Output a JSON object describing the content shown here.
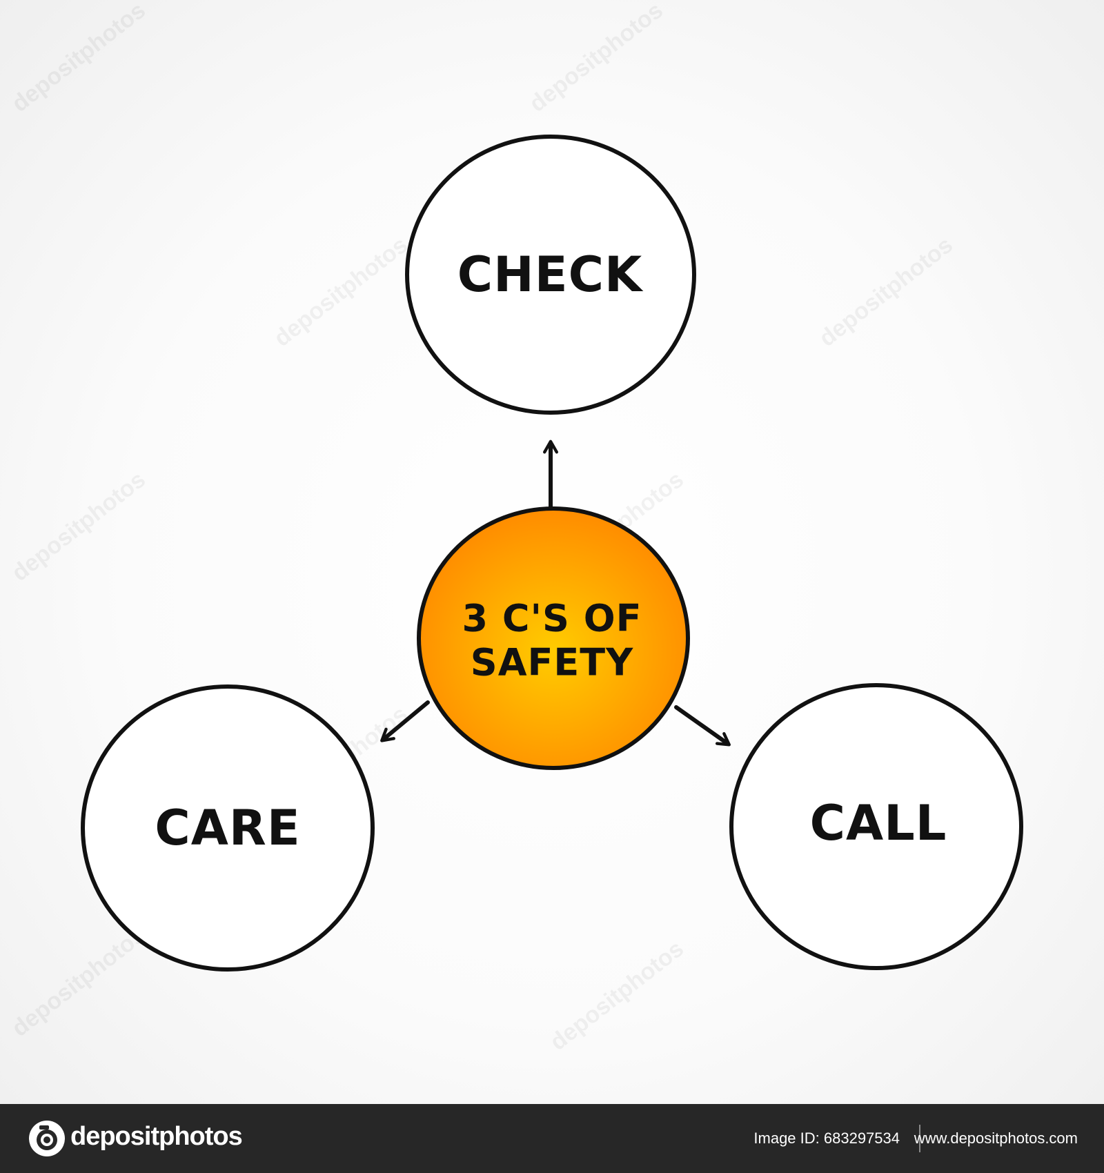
{
  "diagram": {
    "center": {
      "lines": [
        "3 C'S OF",
        "SAFETY"
      ],
      "fill_inner": "#ffcc00",
      "fill_outer": "#ff8c00"
    },
    "nodes": {
      "check": "CHECK",
      "care": "CARE",
      "call": "CALL"
    },
    "stroke_color": "#111111"
  },
  "watermark": {
    "text": "depositphotos"
  },
  "footer": {
    "brand_name": "depositphotos",
    "image_id": "Image ID: 683297534",
    "url": "www.depositphotos.com",
    "background": "#272727"
  }
}
